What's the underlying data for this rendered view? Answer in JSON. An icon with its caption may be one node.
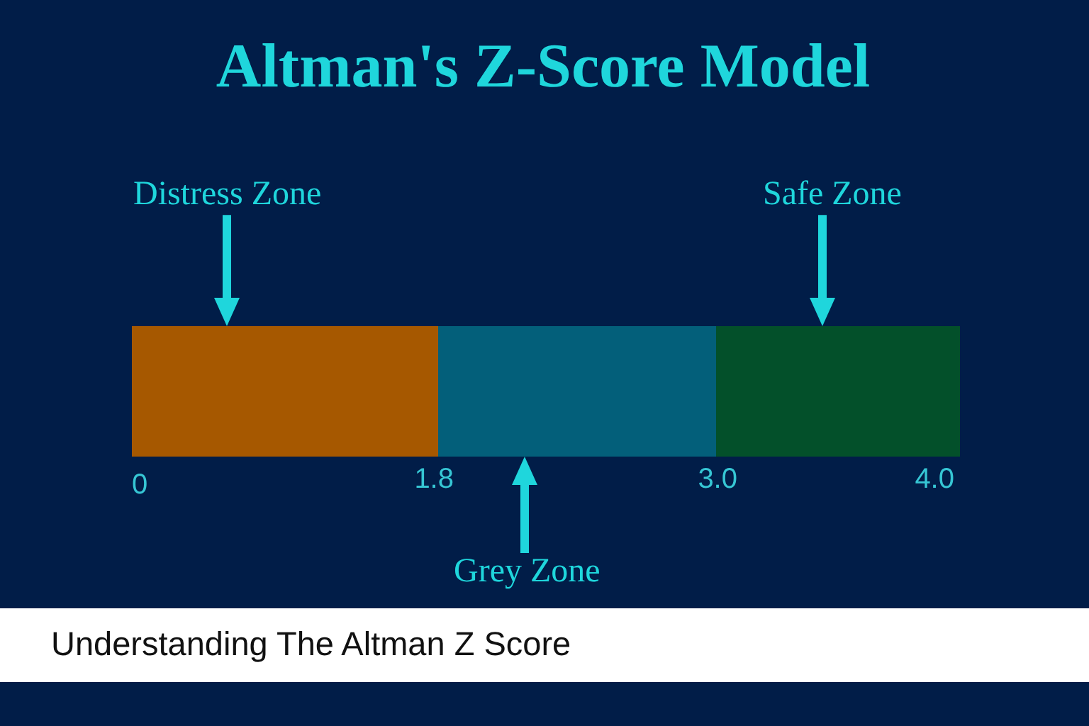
{
  "diagram": {
    "title": "Altman's Z-Score Model",
    "caption": "Understanding The Altman Z Score",
    "nodes": [
      {
        "text": [
          "Distress Zone"
        ]
      },
      {
        "text": [
          "Safe Zone"
        ]
      },
      {
        "text": [],
        "shape": "bar"
      },
      {
        "text": [],
        "shape": "bar"
      },
      {
        "text": [],
        "shape": "bar"
      },
      {
        "text": [
          "Grey Zone"
        ]
      }
    ],
    "edges": [
      {
        "from": 0,
        "to": 2,
        "arrow": "to"
      },
      {
        "from": 1,
        "to": 4,
        "arrow": "to"
      },
      {
        "from": 5,
        "to": 3,
        "arrow": "to"
      }
    ],
    "labels": [
      "0",
      "1.8",
      "3.0",
      "4.0"
    ]
  }
}
